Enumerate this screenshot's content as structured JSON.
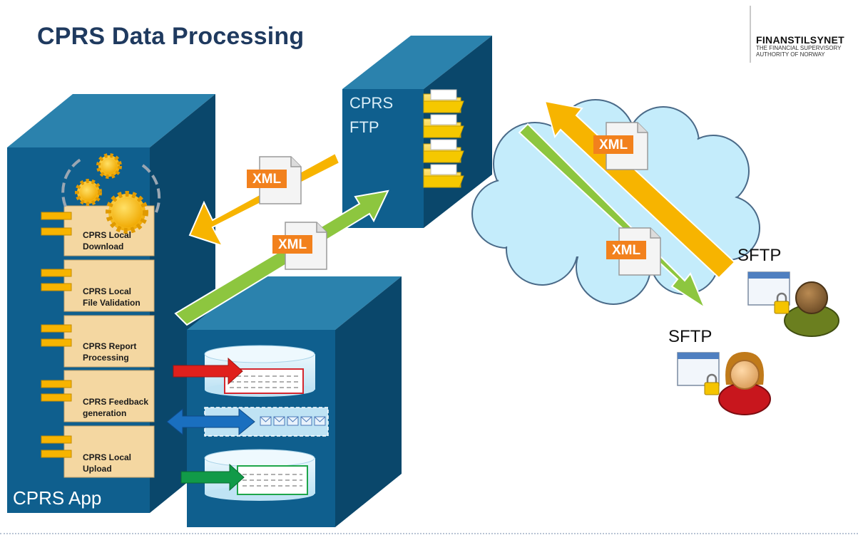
{
  "title": "CPRS Data Processing",
  "logo": {
    "name": "FINANSTILSYNET",
    "subtitle": "THE FINANCIAL SUPERVISORY AUTHORITY OF NORWAY"
  },
  "servers": {
    "app_label": "CPRS App",
    "ftp_label_line1": "CPRS",
    "ftp_label_line2": "FTP"
  },
  "components": [
    {
      "line1": "CPRS Local",
      "line2": "Download"
    },
    {
      "line1": "CPRS Local",
      "line2": "File Validation"
    },
    {
      "line1": "CPRS Report",
      "line2": "Processing"
    },
    {
      "line1": "CPRS Feedback",
      "line2": "generation"
    },
    {
      "line1": "CPRS Local",
      "line2": "Upload"
    }
  ],
  "file_tag": "XML",
  "protocol_label": "SFTP",
  "colors": {
    "server_front": "#0f5f8e",
    "server_top": "#2b82ad",
    "server_side": "#0a476b",
    "cloud": "#c4ecfb",
    "orange_arrow": "#f7b400",
    "green_arrow": "#8dc63f",
    "red_arrow": "#e0201c",
    "blue_arrow": "#1a6fbf",
    "dark_green_arrow": "#119a48",
    "component_box": "#f4d7a1",
    "title": "#1f3a5f"
  },
  "icons": [
    "gear-icon",
    "folder-icon",
    "xml-file-icon",
    "database-icon",
    "envelope-icon",
    "window-icon",
    "lock-icon",
    "user-male-icon",
    "user-female-icon"
  ]
}
